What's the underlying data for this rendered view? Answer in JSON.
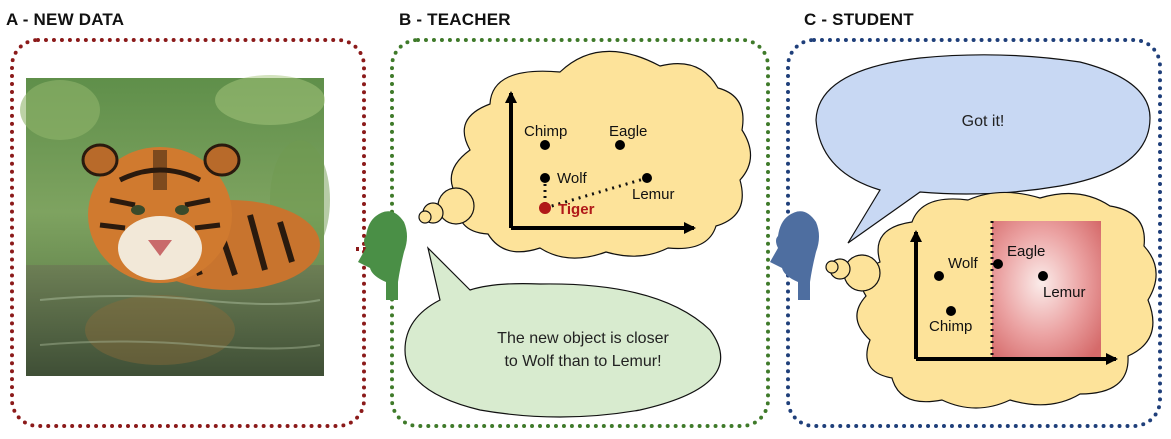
{
  "panels": {
    "a": {
      "title": "A - NEW DATA"
    },
    "b": {
      "title": "B - TEACHER"
    },
    "c": {
      "title": "C - STUDENT"
    }
  },
  "teacher": {
    "points": [
      "Chimp",
      "Eagle",
      "Wolf",
      "Lemur"
    ],
    "new_point": "Tiger",
    "speech_line1": "The new object is closer",
    "speech_line2": "to Wolf than to Lemur!"
  },
  "student": {
    "speech": "Got it!",
    "points": [
      "Wolf",
      "Eagle",
      "Lemur",
      "Chimp"
    ]
  },
  "colors": {
    "frame_a": "#8b1a1a",
    "frame_b": "#3f7a2a",
    "frame_c": "#1f3f7a",
    "teacher_head": "#4a8f46",
    "student_head": "#4e6ea0",
    "cloud_fill": "#fde39a",
    "teacher_bubble": "#d8ebcf",
    "student_bubble": "#c8d8f3",
    "tiger_dot": "#b01818",
    "region": "#e08585"
  }
}
